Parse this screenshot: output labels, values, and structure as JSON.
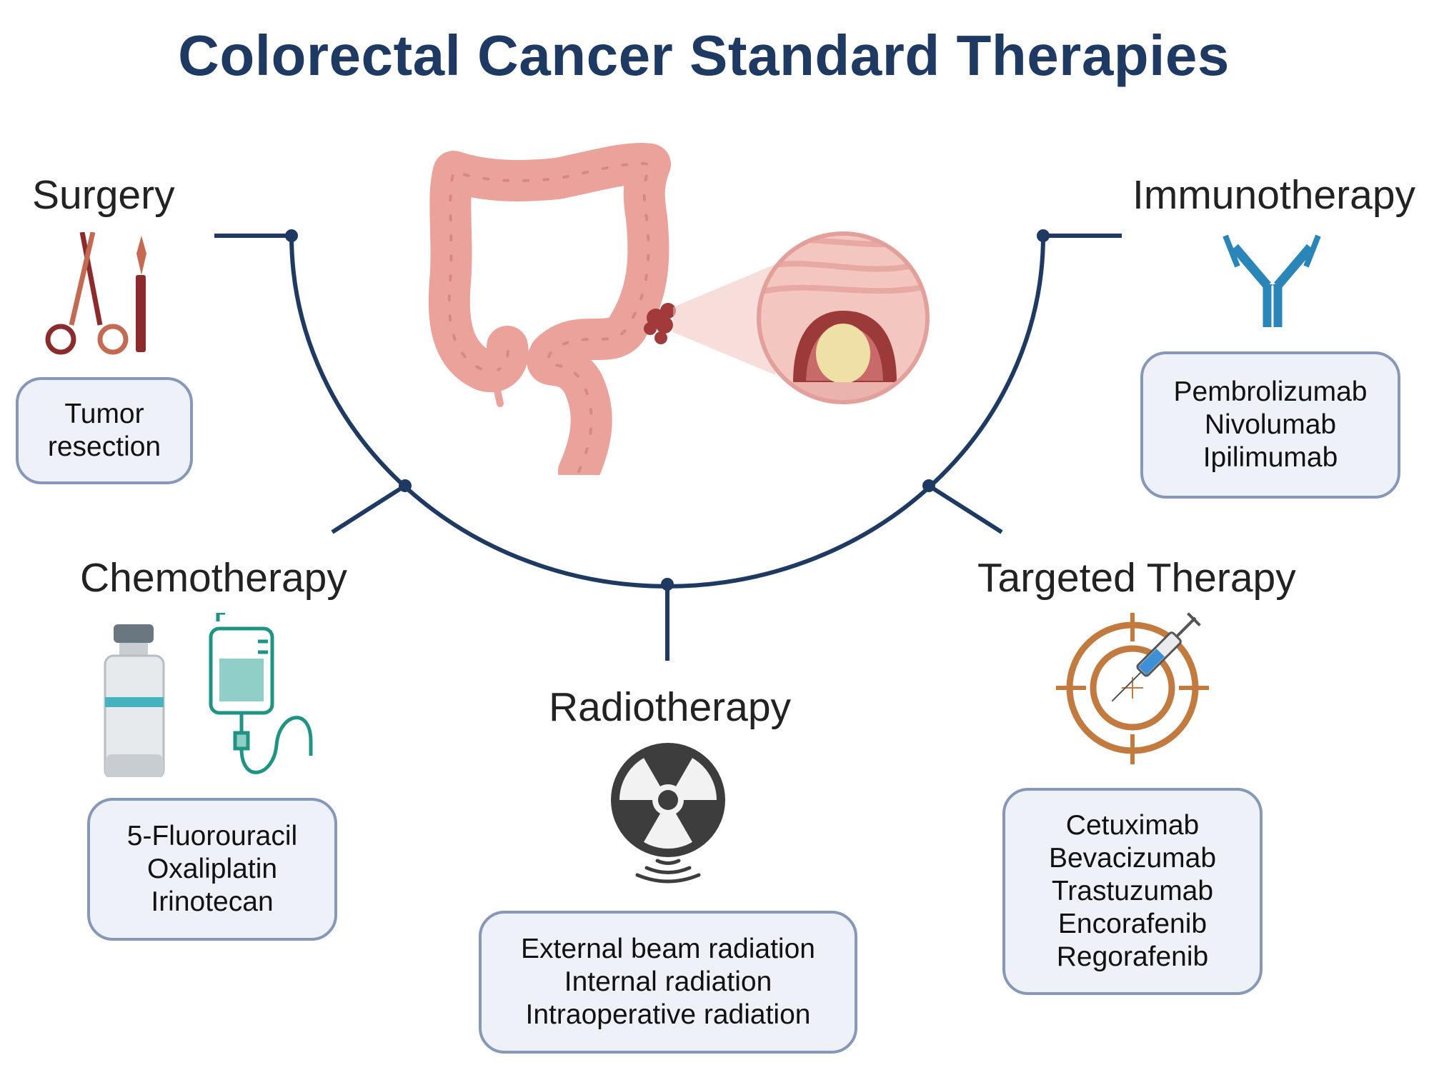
{
  "title": "Colorectal Cancer Standard Therapies",
  "colors": {
    "title": "#1e3a63",
    "connector": "#1e3a63",
    "box_fill": "#eef2f8",
    "box_border": "#8797b7",
    "colon": "#eaa29b",
    "antibody": "#2a86b8",
    "target": "#c27a3e",
    "iv": "#1f9485",
    "radiation": "#3d3d3d"
  },
  "therapies": {
    "surgery": {
      "heading": "Surgery",
      "icon": "scissors-scalpel-icon",
      "items": [
        "Tumor",
        "resection"
      ]
    },
    "immunotherapy": {
      "heading": "Immunotherapy",
      "icon": "antibody-icon",
      "items": [
        "Pembrolizumab",
        "Nivolumab",
        "Ipilimumab"
      ]
    },
    "chemotherapy": {
      "heading": "Chemotherapy",
      "icon": "vial-iv-bag-icon",
      "items": [
        "5-Fluorouracil",
        "Oxaliplatin",
        "Irinotecan"
      ]
    },
    "targeted": {
      "heading": "Targeted Therapy",
      "icon": "target-syringe-icon",
      "items": [
        "Cetuximab",
        "Bevacizumab",
        "Trastuzumab",
        "Encorafenib",
        "Regorafenib"
      ]
    },
    "radiotherapy": {
      "heading": "Radiotherapy",
      "icon": "radiation-icon",
      "items": [
        "External beam radiation",
        "Internal radiation",
        "Intraoperative radiation"
      ]
    }
  }
}
